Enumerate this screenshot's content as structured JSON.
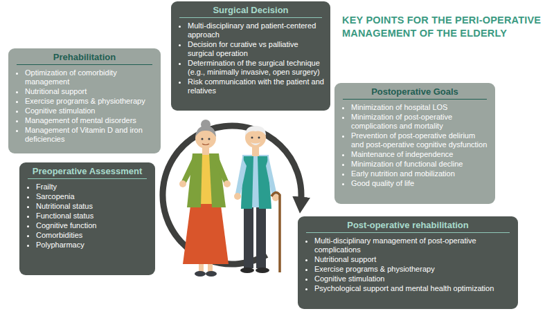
{
  "diagram": {
    "title": "KEY POINTS FOR THE PERI-OPERATIVE MANAGEMENT OF THE ELDERLY",
    "nodes": [
      {
        "text": [
          "Surgical Decision",
          "Multi-disciplinary and patient-centered approach",
          "Decision for curative vs palliative surgical operation",
          "Determination of the surgical technique (e.g., minimally invasive, open surgery)",
          "Risk communication with the patient and relatives"
        ]
      },
      {
        "text": [
          "Prehabilitation",
          "Optimization of comorbidity management",
          "Nutritional support",
          "Exercise programs & physiotherapy",
          "Cognitive stimulation",
          "Management of mental disorders",
          "Management of Vitamin D and iron deficiencies"
        ]
      },
      {
        "text": [
          "Postoperative Goals",
          "Minimization of hospital LOS",
          "Minimization of post-operative complications and mortality",
          "Prevention of post-operative delirium and post-operative cognitive dysfunction",
          "Maintenance of independence",
          "Minimization of functional decline",
          "Early nutrition and mobilization",
          "Good quality of life"
        ]
      },
      {
        "text": [
          "Preoperative Assessment",
          "Frailty",
          "Sarcopenia",
          "Nutritional status",
          "Functional status",
          "Cognitive function",
          "Comorbidities",
          "Polypharmacy"
        ]
      },
      {
        "text": [
          "Post-operative rehabilitation",
          "Multi-disciplinary management of post-operative complications",
          "Nutritional support",
          "Exercise programs & physiotherapy",
          "Cognitive stimulation",
          "Psychological support and mental health optimization"
        ]
      }
    ]
  }
}
